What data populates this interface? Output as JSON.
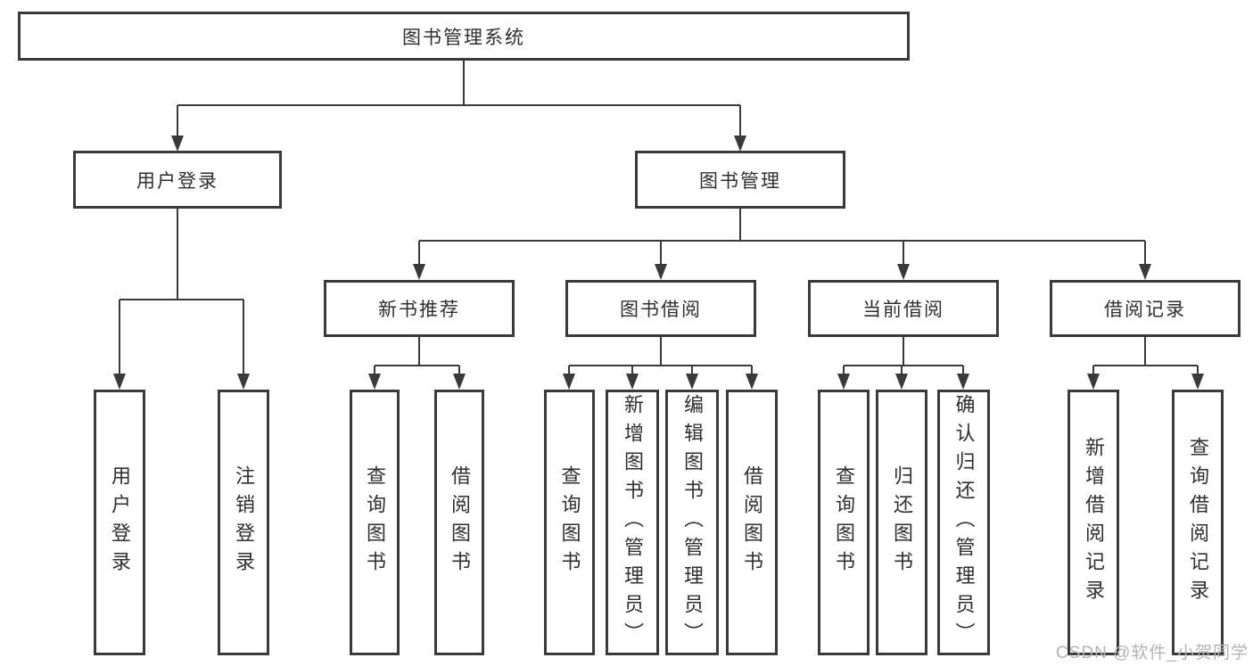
{
  "colors": {
    "line": "#3a3a3a",
    "border": "#3a3a3a",
    "text": "#2f2f2f",
    "background": "#ffffff",
    "watermark": "#b3b3b3"
  },
  "tree": {
    "label": "图书管理系统",
    "children": [
      {
        "label": "用户登录",
        "children": [
          {
            "label": "用户登录"
          },
          {
            "label": "注销登录"
          }
        ]
      },
      {
        "label": "图书管理",
        "children": [
          {
            "label": "新书推荐",
            "children": [
              {
                "label": "查询图书"
              },
              {
                "label": "借阅图书"
              }
            ]
          },
          {
            "label": "图书借阅",
            "children": [
              {
                "label": "查询图书"
              },
              {
                "label": "新增图书（管理员）"
              },
              {
                "label": "编辑图书（管理员）"
              },
              {
                "label": "借阅图书"
              }
            ]
          },
          {
            "label": "当前借阅",
            "children": [
              {
                "label": "查询图书"
              },
              {
                "label": "归还图书"
              },
              {
                "label": "确认归还（管理员）"
              }
            ]
          },
          {
            "label": "借阅记录",
            "children": [
              {
                "label": "新增借阅记录"
              },
              {
                "label": "查询借阅记录"
              }
            ]
          }
        ]
      }
    ]
  },
  "watermark": {
    "text": "CSDN @软件_小贺同学"
  }
}
